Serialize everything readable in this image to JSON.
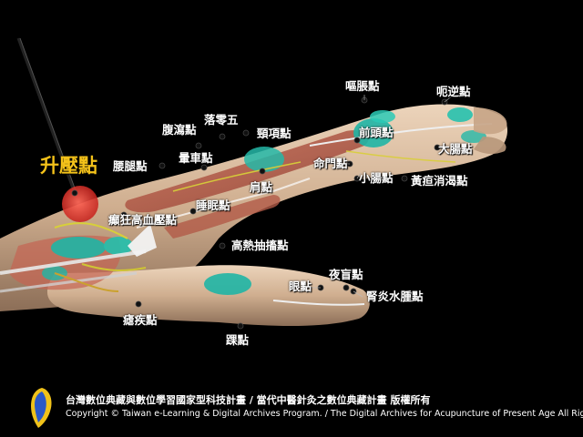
{
  "main_point": "升壓點",
  "labels": {
    "yaotui": "腰腿點",
    "fuxie": "腹瀉點",
    "luoling": "落零五",
    "jingxiang": "頸項點",
    "ouzhang": "嘔脹點",
    "enie": "呃逆點",
    "yunche": "暈車點",
    "qiantou": "前頭點",
    "dachang": "大腸點",
    "mingmen": "命門點",
    "xiaochang": "小腸點",
    "huangdan": "黃疸消渴點",
    "jian": "肩點",
    "shuimian": "睡眠點",
    "zhikuang": "癲狂高血壓點",
    "gaore": "高熱抽搐點",
    "yemang": "夜盲點",
    "yan": "眼點",
    "shenyan": "腎炎水腫點",
    "nuezhi": "瘧疾點",
    "huai": "踝點"
  },
  "footer": {
    "line1": "台灣數位典藏與數位學習國家型科技計畫 / 當代中醫針灸之數位典藏計畫 版權所有",
    "line2": "Copyright © Taiwan e-Learning & Digital Archives Program. / The Digital Archives for Acupuncture of Present Age All Rights Reserved."
  },
  "colors": {
    "main_label": "#f4c21a",
    "highlight": "#e0302a",
    "muscle_teal": "#1fb5a5",
    "skin": "#d9b99a"
  }
}
